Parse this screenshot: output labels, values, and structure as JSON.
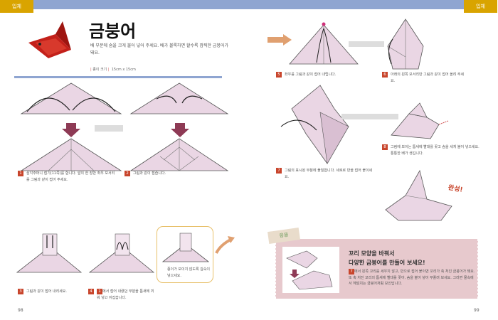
{
  "header": {
    "left_tab": "입체",
    "right_tab": "입체"
  },
  "intro": {
    "title": "금붕어",
    "description": "배 부분에 숨을 크게 불어 넣어 주세요. 배가 볼록하면 할수록 깜찍한 금붕어가 돼요.",
    "paper_label": "종이 크기",
    "paper_size": "15cm x 15cm"
  },
  "steps": [
    {
      "num": "1",
      "text": "삼각주머니 접기(11쪽)를 합니다. 앞의 한 장만 좌우 모서리를 그림과 같이 접어 주세요."
    },
    {
      "num": "2",
      "text": "그림과 같이 접습니다."
    },
    {
      "num": "3",
      "text": "그림과 같이 접어 내리세요."
    },
    {
      "num": "4",
      "ref": "1",
      "text": "에서 접어 내렸던 부분을 틈새에 끼워 넣고 뒤집습니다."
    },
    {
      "num": "5",
      "text": "좌우를 그림과 같이 접어 내립니다."
    },
    {
      "num": "6",
      "text": "아래의 왼쪽 모서리만 그림과 같이 접어 올려 주세요."
    },
    {
      "num": "7",
      "text": "그림의 표시된 부분에 풀칠합니다. 세로로 반을 접어 붙이세요."
    },
    {
      "num": "8",
      "text": "그림에 보이는 틈새에 빨대를 꽂고 숨을 세게 불어 넣으세요. 통통한 배가 생깁니다."
    }
  ],
  "note": "종이가 보이지 않도록 깊숙이 넣으세요.",
  "exclaim": "완성!",
  "tip": {
    "tape_label": "응용",
    "heading_1": "꼬리 모양을 바꿔서",
    "heading_2": "다양한 금붕어를 만들어 보세요!",
    "ref": "7",
    "text": "에서 왼쪽 꼬리를 세우지 않고, 반으로 접어 붙이면 꼬리가 축 처진 금붕어가 돼요. 또 축 처진 꼬리의 틈새에 빨대를 꽂아, 숨을 불어 넣어 부풀려 보세요. 그러면 물속에서 헤엄치는 금붕어처럼 보인답니다."
  },
  "pages": {
    "left": "98",
    "right": "99"
  },
  "colors": {
    "accent": "#d9a400",
    "bar": "#8fa5d1",
    "paper": "#ead6e4",
    "step": "#c8452c",
    "tip_bg": "#e7c9cd"
  }
}
